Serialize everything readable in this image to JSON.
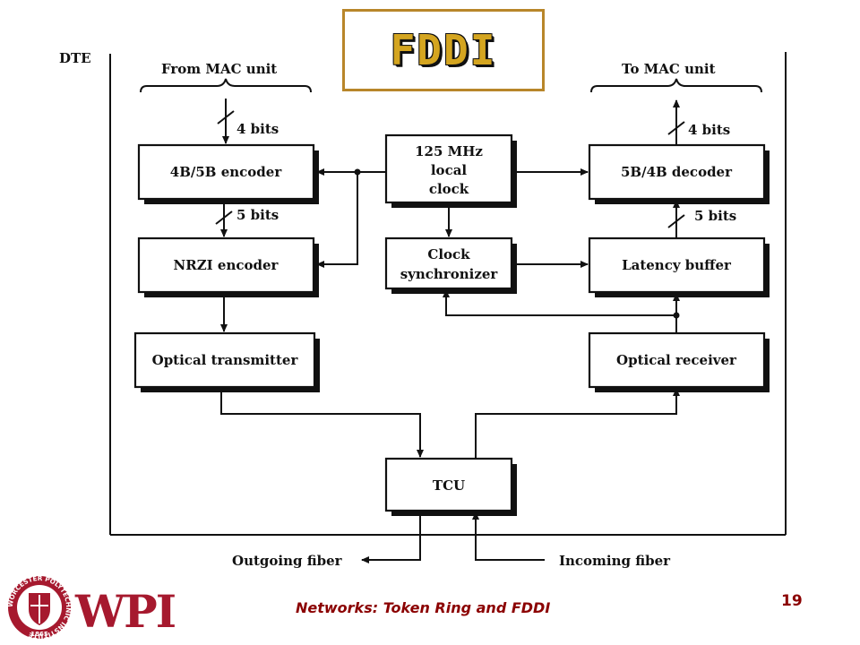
{
  "slide": {
    "title": "FDDI",
    "footer": "Networks: Token Ring and FDDI",
    "page_number": "19"
  },
  "diagram": {
    "dte_label": "DTE",
    "from_mac": "From MAC unit",
    "to_mac": "To MAC unit",
    "bits_4_in": "4 bits",
    "bits_5_in": "5 bits",
    "bits_4_out": "4 bits",
    "bits_5_out": "5 bits",
    "blocks": {
      "encoder_4b5b": "4B/5B encoder",
      "nrzi": "NRZI encoder",
      "optical_tx": "Optical transmitter",
      "clock_line1": "125 MHz",
      "clock_line2": "local",
      "clock_line3": "clock",
      "sync_line1": "Clock",
      "sync_line2": "synchronizer",
      "decoder_5b4b": "5B/4B decoder",
      "latency": "Latency buffer",
      "optical_rx": "Optical receiver",
      "tcu": "TCU"
    },
    "outgoing": "Outgoing fiber",
    "incoming": "Incoming fiber"
  },
  "logo": {
    "text": "WPI",
    "seal_text": "WORCESTER POLYTECHNIC INSTITUTE",
    "seal_year": "1865",
    "color": "#a6192e"
  }
}
